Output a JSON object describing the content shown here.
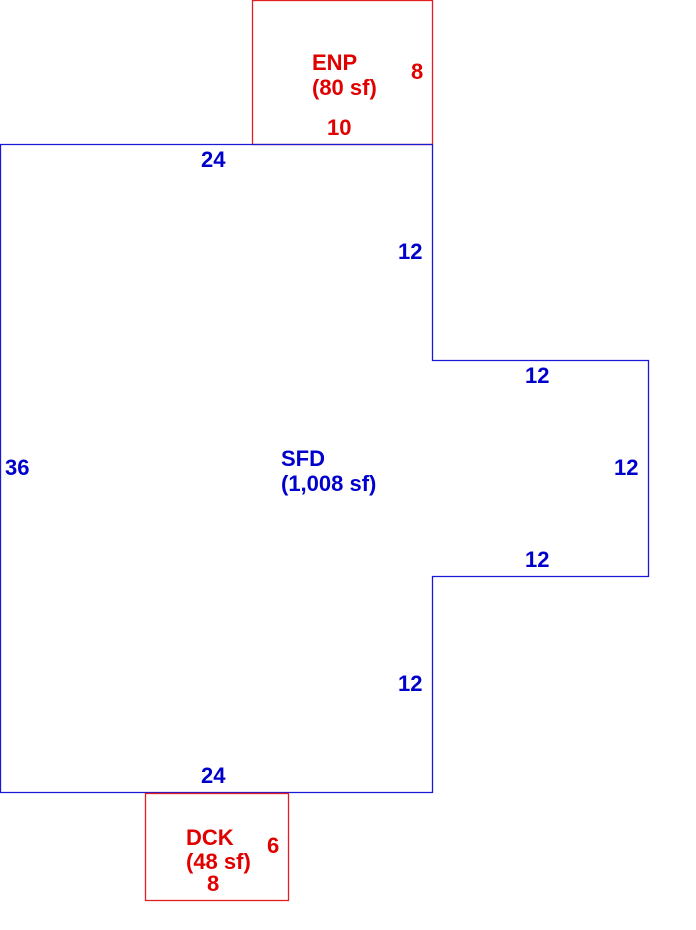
{
  "colors": {
    "main_outline": "#1a1ad6",
    "main_text": "#0000cc",
    "addition_outline": "#e02020",
    "addition_text": "#e00000"
  },
  "enp": {
    "code": "ENP",
    "area": "(80 sf)",
    "dim_side": "8",
    "dim_bottom": "10"
  },
  "sfd": {
    "code": "SFD",
    "area": "(1,008 sf)",
    "dim_top": "24",
    "dim_left": "36",
    "dim_upper_right": "12",
    "dim_bump_top": "12",
    "dim_bump_right": "12",
    "dim_bump_bottom": "12",
    "dim_lower_right": "12",
    "dim_bottom": "24"
  },
  "dck": {
    "code": "DCK",
    "area": "(48 sf)",
    "dim_side": "6",
    "dim_bottom": "8"
  }
}
